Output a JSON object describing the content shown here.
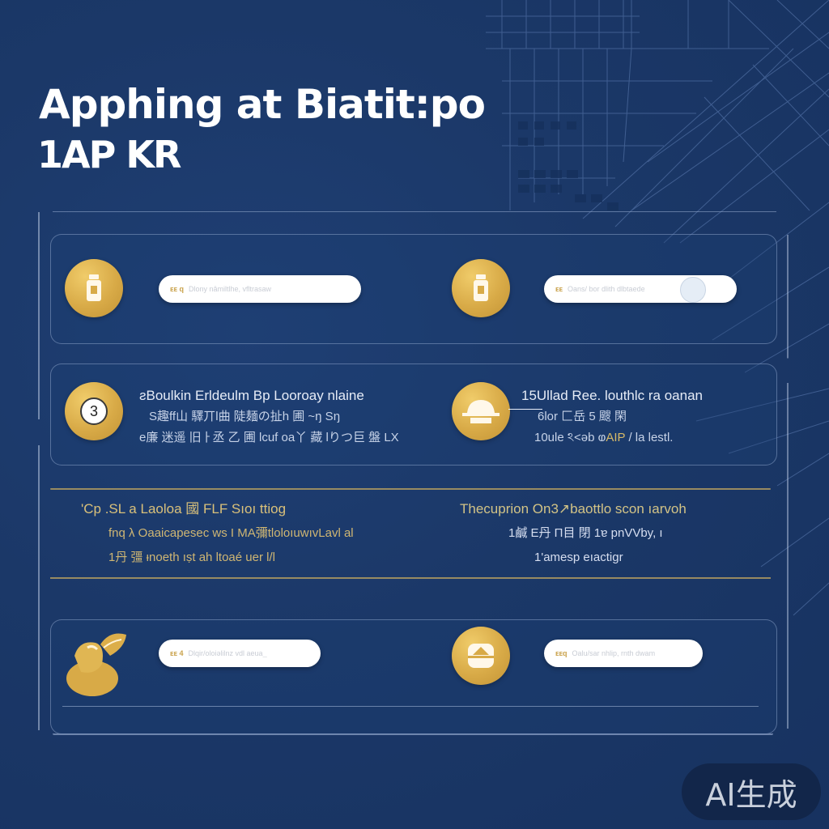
{
  "header": {
    "title": "Apphing at Biatit:po",
    "subtitle": "1AP KR"
  },
  "colors": {
    "background": "#1b3868",
    "accent_gold": "#d8aa47",
    "card_border": "#8ea3c8",
    "input_bg": "#ffffff"
  },
  "rows": {
    "row1": {
      "left": {
        "icon": "bottle-icon",
        "input_prefix": "ᴇᴇ q",
        "input_placeholder": "Dlony nâmiltlhe, vfltrasaw"
      },
      "right": {
        "icon": "bottle-icon",
        "input_prefix": "ᴇᴇ",
        "input_placeholder": "Oans/ bor dlith dlbtaede",
        "has_toggle_knob": true
      }
    },
    "row2": {
      "left": {
        "icon": "number-3-icon",
        "badge_number": "3",
        "line1": "ƨBoulkin Erldeulm Bp Looroay nlaine",
        "line2": "S趣ff山 驛丌l曲 陡麺の扯h 圃 ~ŋ Sŋ",
        "line3": "e廉 迷遥 旧ㅏ丞 乙 圃 lcuf oa丫 藏 lりつ巨 盤 LX"
      },
      "right": {
        "icon": "dome-icon",
        "line1": "15Ullad Ree. louthlc ra oanan",
        "line2": "6lor 匚岳 5 颼 閑",
        "line3_pre": "10ule ঽ<ǝb ⱷ",
        "line3_highlight": "AIP",
        "line3_post": " / la lestl."
      }
    },
    "row3": {
      "left": {
        "heading": "'Cp .SL a Laoloa 國 FLF  Sıoı ttiog",
        "line2": "fnq λ Oaaicapesec ws I MA彌tloloıuwıvLavl al",
        "line3": "1丹 彊 ᵼnoeth ıṣt ah ltoaé uer l/l"
      },
      "right": {
        "heading": "Thecuprion On3↗baottlo scon ıarvoh",
        "line2": "1鹹 E丹 П目 閉 1ɐ pnVVby, ı",
        "line3": "1'amesp eıactigr"
      }
    },
    "row4": {
      "left": {
        "icon": "mango-icon",
        "input_prefix": "ᴇᴇ 4",
        "input_placeholder": "Dlqir/oloiəlilnz vdl aeua_"
      },
      "right": {
        "icon": "house-icon",
        "input_prefix": "ᴇᴇq",
        "input_placeholder": "Oalu/sar nhlip, rnth dwam"
      }
    }
  },
  "badge": {
    "label": "AI生成"
  }
}
